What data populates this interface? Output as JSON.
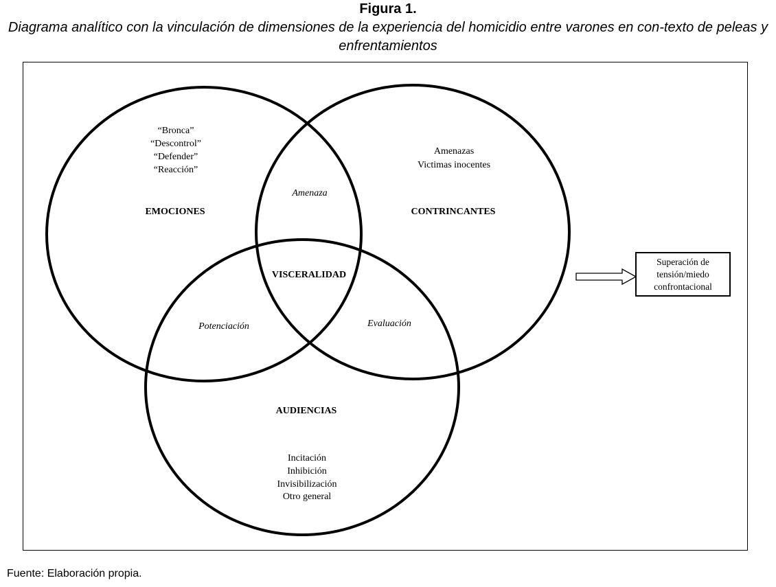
{
  "figure": {
    "label": "Figura 1.",
    "title": "Diagrama analítico con la vinculación de dimensiones de la experiencia del homicidio entre varones en con-texto de peleas y enfrentamientos"
  },
  "diagram": {
    "circles": {
      "emociones": {
        "label": "EMOCIONES",
        "items": [
          "“Bronca”",
          "“Descontrol”",
          "“Defender”",
          "“Reacción”"
        ]
      },
      "contrincantes": {
        "label": "CONTRINCANTES",
        "items": [
          "Amenazas",
          "Victimas  inocentes"
        ]
      },
      "audiencias": {
        "label": "AUDIENCIAS",
        "items": [
          "Incitación",
          "Inhibición",
          "Invisibilización",
          "Otro general"
        ]
      }
    },
    "intersections": {
      "emociones_contrincantes": "Amenaza",
      "emociones_audiencias": "Potenciación",
      "contrincantes_audiencias": "Evaluación",
      "center": "VISCERALIDAD"
    },
    "result": {
      "lines": [
        "Superación  de",
        "tensión/miedo",
        "confrontacional"
      ]
    },
    "arrow_icon": "right-arrow-icon"
  },
  "source": "Fuente: Elaboración propia."
}
